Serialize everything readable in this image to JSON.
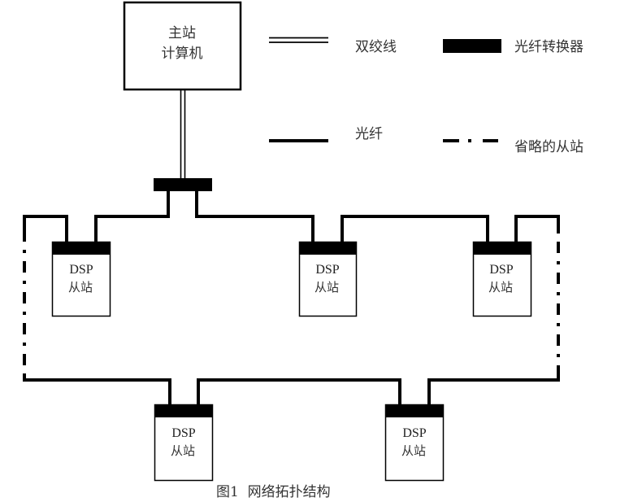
{
  "master": {
    "line1": "主站",
    "line2": "计算机"
  },
  "legend": {
    "twisted_pair": "双绞线",
    "fiber_converter": "光纤转换器",
    "fiber": "光纤",
    "omitted_slaves": "省略的从站"
  },
  "slaves": [
    {
      "name": "DSP",
      "label": "从站"
    },
    {
      "name": "DSP",
      "label": "从站"
    },
    {
      "name": "DSP",
      "label": "从站"
    },
    {
      "name": "DSP",
      "label": "从站"
    },
    {
      "name": "DSP",
      "label": "从站"
    }
  ],
  "caption": "图1  网络拓扑结构",
  "colors": {
    "line": "#000000",
    "box_border": "#000000",
    "background": "#ffffff"
  }
}
